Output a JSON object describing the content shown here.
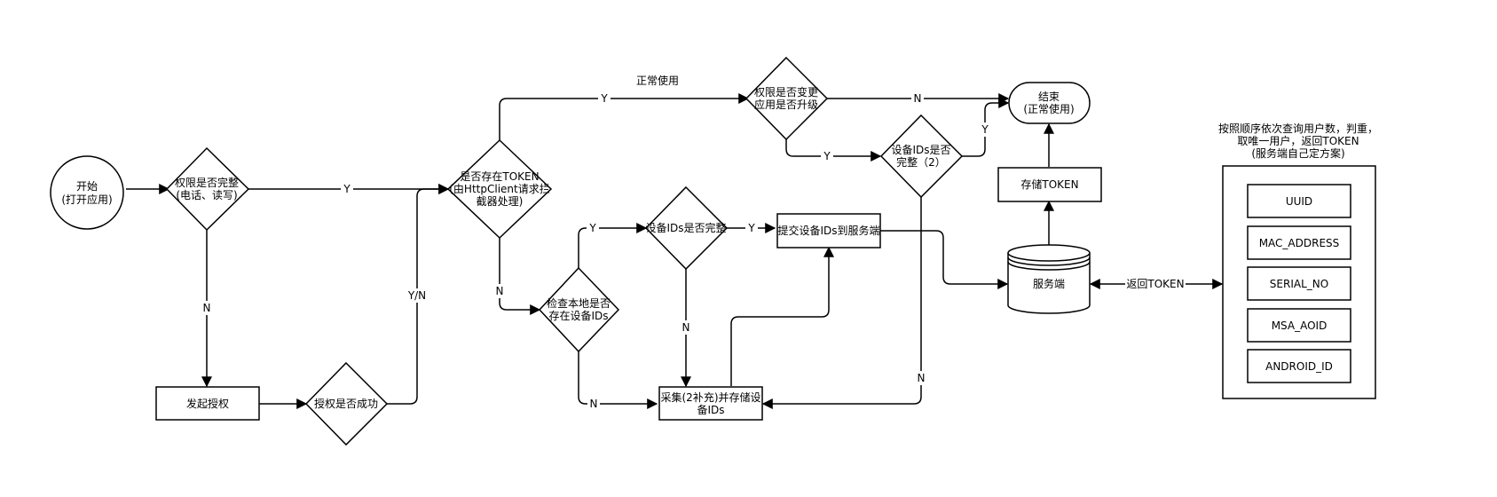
{
  "nodes": {
    "start": [
      "开始",
      "(打开应用)"
    ],
    "perm_complete": [
      "权限是否完整",
      "(电话、读写)"
    ],
    "request_perm": [
      "发起授权"
    ],
    "auth_success": [
      "授权是否成功"
    ],
    "token_exists": [
      "是否存在TOKEN",
      "(由HttpClient请求拦",
      "截器处理)"
    ],
    "local_ids_check": [
      "检查本地是否",
      "存在设备IDs"
    ],
    "ids_complete": [
      "设备IDs是否完整"
    ],
    "submit_ids": [
      "提交设备IDs到服务端"
    ],
    "collect_ids": [
      "采集(2补充)并存储设",
      "备IDs"
    ],
    "perm_changed": [
      "权限是否变更",
      "应用是否升级"
    ],
    "ids_complete_2": [
      "设备IDs是否",
      "完整（2）"
    ],
    "end": [
      "结束",
      "(正常使用)"
    ],
    "store_token": [
      "存储TOKEN"
    ],
    "server": [
      "服务端"
    ],
    "id_order_note": [
      "按照顺序依次查询用户数，判重，",
      "取唯一用户，返回TOKEN",
      "(服务端自己定方案)"
    ]
  },
  "id_list": [
    "UUID",
    "MAC_ADDRESS",
    "SERIAL_NO",
    "MSA_AOID",
    "ANDROID_ID"
  ],
  "edge_labels": {
    "perm_yes": "Y",
    "perm_no": "N",
    "auth_result": "Y/N",
    "token_yes": "Y",
    "token_yes_note": "正常使用",
    "token_no": "N",
    "local_yes": "Y",
    "local_no": "N",
    "ids_yes": "Y",
    "ids_no": "N",
    "changed_no": "N",
    "changed_yes": "Y",
    "ids2_yes": "Y",
    "ids2_no": "N",
    "return_token": "返回TOKEN"
  }
}
